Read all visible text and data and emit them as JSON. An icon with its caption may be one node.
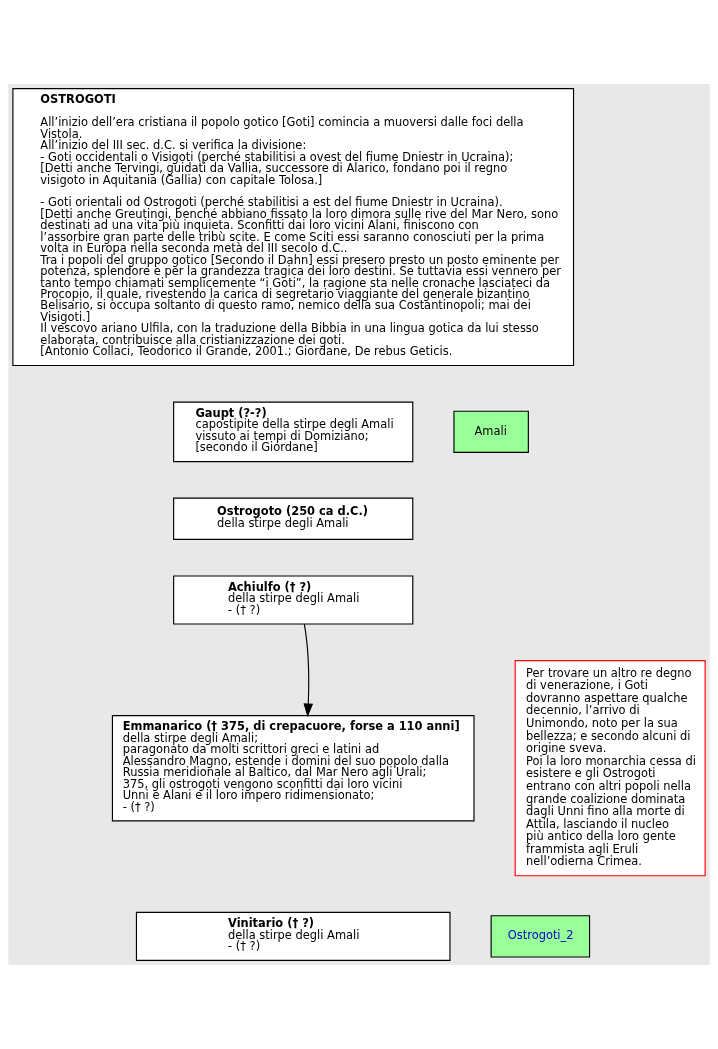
{
  "diagram": {
    "nodes": [
      {
        "text": [
          "OSTROGOTI",
          "All’inizio dell’era cristiana il popolo gotico [Goti] comincia a muoversi dalle foci della Vistola.",
          "All’inizio del III sec. d.C. si verifica la divisione:",
          "- Goti occidentali o Visigoti (perché stabilitisi a ovest del fiume Dniestr in Ucraina);",
          "[Detti anche Tervingi, guidati da Vallia, successore di Alarico, fondano poi il regno visigoto in Aquitania (Gallia) con capitale Tolosa.]",
          "- Goti orientali od Ostrogoti (perché stabilitisi a est del fiume Dniestr in Ucraina).",
          "[Detti anche Greutingi, benché abbiano fissato la loro dimora sulle rive del Mar Nero, sono destinati ad una vita più inquieta. Sconfitti dai loro vicini Alani, finiscono con l’assorbire gran parte delle tribù scite. E come Sciti essi saranno conosciuti per la prima volta in Europa nella seconda metà del III secolo d.C..",
          "Tra i popoli del gruppo gotico [Secondo il Dahn] essi presero presto un posto eminente per potenza, splendore e per la grandezza tragica dei loro destini. Se tuttavia essi vennero per tanto tempo chiamati semplicemente “i Goti”, la ragione sta nelle cronache lasciateci da Procopio, il quale, rivestendo la carica di segretario viaggiante del generale bizantino Belisario, si occupa soltanto di questo ramo, nemico della sua Costantinopoli; mai dei Visigoti.]",
          "Il vescovo ariano Ulfila, con la traduzione della Bibbia in una lingua gotica da lui stesso elaborata, contribuisce alla cristianizzazione dei goti.",
          "[Antonio Collaci, Teodorico il Grande, 2001.; Giordane, De rebus Geticis."
        ]
      },
      {
        "text": [
          "Gaupt (?-?)",
          "capostipite della stirpe degli Amali",
          "vissuto ai tempi di Domiziano;",
          "[secondo il Giordane]"
        ]
      },
      {
        "text": [
          "Amali"
        ]
      },
      {
        "text": [
          "Ostrogoto (250 ca d.C.)",
          "della stirpe degli Amali"
        ]
      },
      {
        "text": [
          "Achiulfo († ?)",
          "della stirpe degli Amali",
          "- († ?)"
        ]
      },
      {
        "text": [
          "Emmanarico († 375, di crepacuore, forse a 110 anni]",
          "della stirpe degli Amali;",
          "paragonato da molti scrittori greci e latini ad Alessandro Magno, estende i domini del suo popolo dalla Russia meridionale al Baltico, dal Mar Nero agli Urali;",
          "375, gli ostrogoti vengono sconfitti dai loro vicini Unni e Alani e il loro impero ridimensionato;",
          "- († ?)"
        ]
      },
      {
        "text": [
          "Per trovare un altro re degno di venerazione, i Goti dovranno aspettare qualche decennio, l’arrivo di Unimondo, noto per la sua bellezza; e secondo alcuni di origine sveva.",
          "Poi la loro monarchia cessa di esistere e gli Ostrogoti entrano con altri popoli nella grande coalizione dominata dagli Unni fino alla morte di Attila, lasciando il nucleo più antico della loro gente frammista agli Eruli nell’odierna Crimea."
        ]
      },
      {
        "text": [
          "Vinitario († ?)",
          "della stirpe degli Amali",
          "- († ?)"
        ]
      },
      {
        "text": [
          "Ostrogoti_2"
        ]
      }
    ],
    "edges": [
      {
        "from": 4,
        "to": 5,
        "arrow": "to"
      }
    ]
  }
}
